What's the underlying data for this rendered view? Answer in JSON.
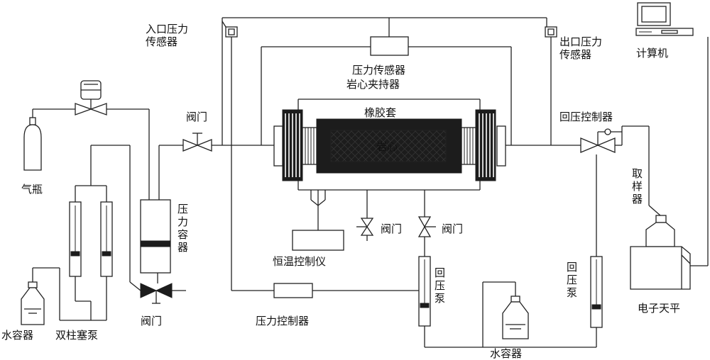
{
  "labels": {
    "inlet_sensor_1": "入口压力",
    "inlet_sensor_2": "传感器",
    "outlet_sensor_1": "出口压力",
    "outlet_sensor_2": "传感器",
    "computer": "计算机",
    "pressure_sensor": "压力传感器",
    "core_holder": "岩心夹持器",
    "rubber_sleeve": "橡胶套",
    "core": "岩心",
    "valve_inlet": "阀门",
    "back_pressure_controller": "回压控制器",
    "gas_cylinder": "气瓶",
    "pressure_vessel": [
      "压",
      "力",
      "容",
      "器"
    ],
    "sampler": [
      "取",
      "样",
      "器"
    ],
    "valve_a": "阀门",
    "valve_b": "阀门",
    "thermostat": "恒温控制仪",
    "back_pump_left": [
      "回",
      "压",
      "泵"
    ],
    "back_pump_right": [
      "回",
      "压",
      "泵"
    ],
    "balance": "电子天平",
    "water_container_left": "水容器",
    "twin_pump": "双柱塞泵",
    "valve_bottom": "阀门",
    "pressure_controller": "压力控制器",
    "water_container_bottom": "水容器"
  }
}
